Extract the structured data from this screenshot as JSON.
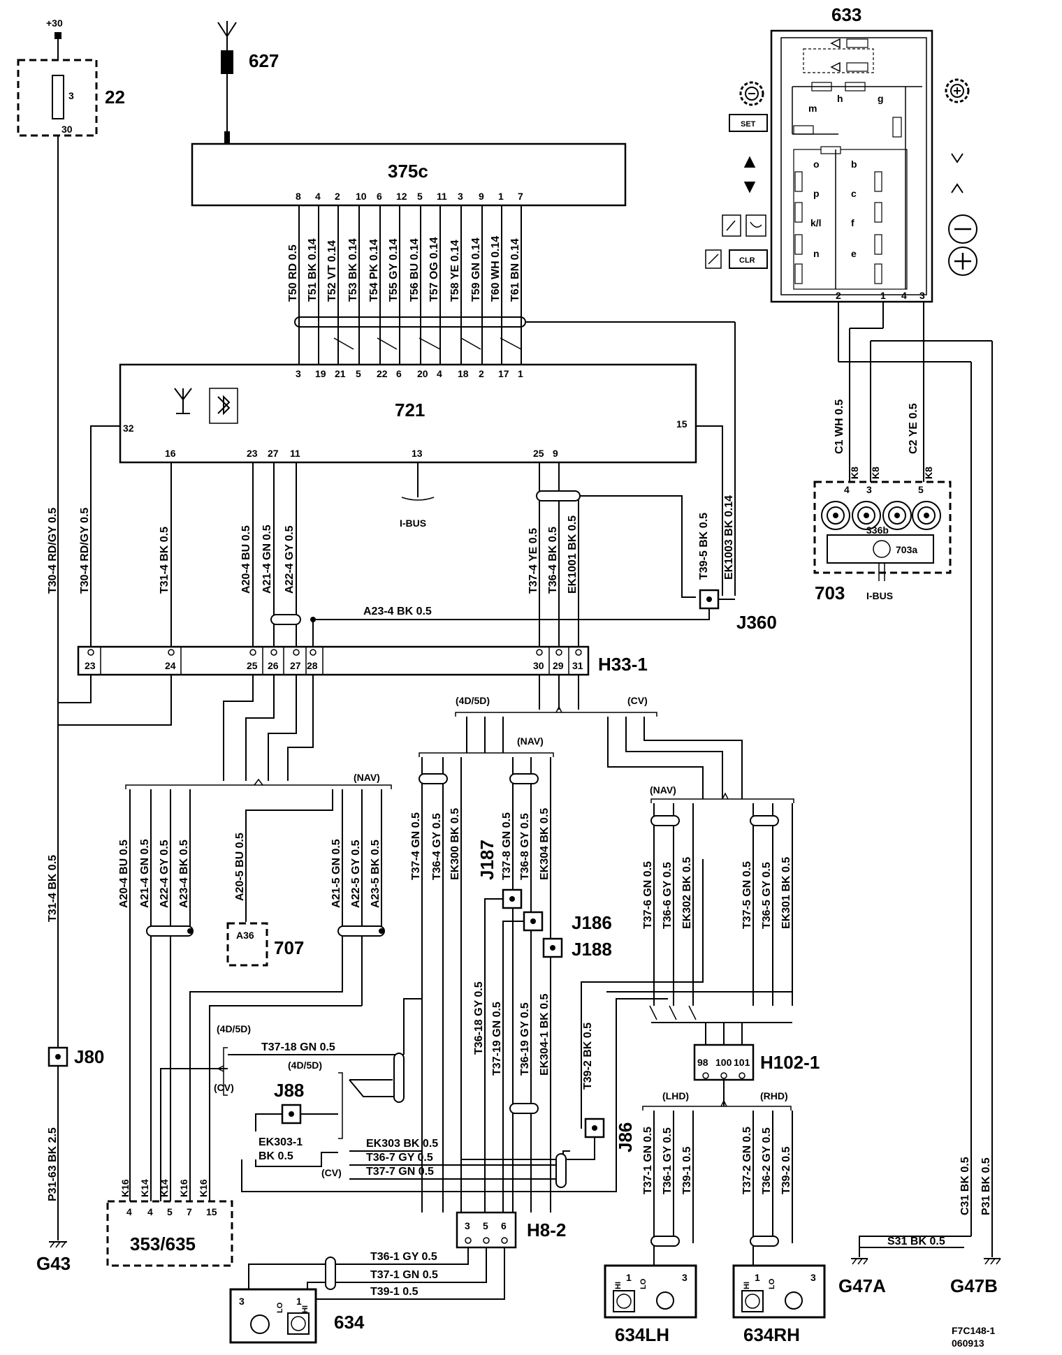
{
  "components": {
    "c22": {
      "id": "22",
      "supply": "+30",
      "pin_in": "3",
      "pin_out": "30"
    },
    "c627": {
      "id": "627"
    },
    "c375c": {
      "id": "375c",
      "pins": [
        "8",
        "4",
        "2",
        "10",
        "6",
        "12",
        "5",
        "11",
        "3",
        "9",
        "1",
        "7"
      ]
    },
    "c633": {
      "id": "633",
      "set": "SET",
      "clr": "CLR",
      "switches": [
        "o",
        "b",
        "p",
        "c",
        "k/l",
        "f",
        "n",
        "e",
        "m",
        "h",
        "g"
      ],
      "pins": [
        "2",
        "1",
        "4",
        "3"
      ]
    },
    "c721": {
      "id": "721",
      "top_pins": [
        "3",
        "19",
        "21",
        "5",
        "22",
        "6",
        "20",
        "4",
        "18",
        "2",
        "17",
        "1"
      ],
      "pin_32": "32",
      "pin_15": "15",
      "bottom_pins": [
        "16",
        "23",
        "27",
        "11",
        "13",
        "25",
        "9"
      ],
      "ibus": "I-BUS"
    },
    "c703": {
      "id": "703",
      "sub": "703a",
      "label_336b": "336b",
      "pins": [
        "4",
        "3",
        "5"
      ],
      "ibus": "I-BUS"
    },
    "c707": {
      "id": "707",
      "inner": "A36"
    },
    "c353": {
      "id": "353/635",
      "pins": [
        "4",
        "4",
        "5",
        "7",
        "15"
      ]
    },
    "c634": {
      "id": "634",
      "pins": [
        "3",
        "1"
      ],
      "lo": "LO",
      "hi": "HI"
    },
    "c634lh": {
      "id": "634LH",
      "pins": [
        "1",
        "3"
      ],
      "lo": "LO",
      "hi": "HI"
    },
    "c634rh": {
      "id": "634RH",
      "pins": [
        "1",
        "3"
      ],
      "lo": "LO",
      "hi": "HI"
    },
    "h33": {
      "id": "H33-1",
      "pins": [
        "23",
        "24",
        "25",
        "26",
        "27",
        "28",
        "30",
        "29",
        "31"
      ]
    },
    "h102": {
      "id": "H102-1",
      "pins": [
        "98",
        "100",
        "101"
      ]
    },
    "h8": {
      "id": "H8-2",
      "pins": [
        "3",
        "5",
        "6"
      ]
    }
  },
  "junctions": {
    "j360": "J360",
    "j187": "J187",
    "j186": "J186",
    "j188": "J188",
    "j80": "J80",
    "j88": "J88",
    "j86": "J86"
  },
  "grounds": {
    "g43": "G43",
    "g47a": "G47A",
    "g47b": "G47B"
  },
  "variants": {
    "v4d5d": "(4D/5D)",
    "vcv": "(CV)",
    "vnav": "(NAV)",
    "vlhd": "(LHD)",
    "vrhd": "(RHD)"
  },
  "wires": {
    "t375": [
      "T50 RD 0.5",
      "T51 BK 0.14",
      "T52 VT 0.14",
      "T53 BK 0.14",
      "T54 PK 0.14",
      "T55 GY 0.14",
      "T56 BU 0.14",
      "T57 OG 0.14",
      "T58 YE 0.14",
      "T59 GN 0.14",
      "T60 WH 0.14",
      "T61 BN 0.14"
    ],
    "c1": "C1 WH 0.5",
    "c2": "C2 YE 0.5",
    "k8": "K8",
    "t30_4a": "T30-4 RD/GY 0.5",
    "t30_4b": "T30-4 RD/GY 0.5",
    "t31_4a": "T31-4 BK 0.5",
    "t31_4b": "T31-4 BK 0.5",
    "a20_4": "A20-4 BU 0.5",
    "a21_4": "A21-4 GN 0.5",
    "a22_4": "A22-4 GY 0.5",
    "a23_4": "A23-4 BK 0.5",
    "t37_4": "T37-4 YE 0.5",
    "t36_4": "T36-4 BK 0.5",
    "ek1001": "EK1001 BK 0.5",
    "t39_5": "T39-5 BK 0.5",
    "ek1003": "EK1003 BK 0.14",
    "l_a20_4": "A20-4 BU 0.5",
    "l_a21_4": "A21-4 GN 0.5",
    "l_a22_4": "A22-4 GY 0.5",
    "l_a23_4": "A23-4 BK 0.5",
    "a20_5": "A20-5 BU 0.5",
    "a21_5": "A21-5 GN 0.5",
    "a22_5": "A22-5 GY 0.5",
    "a23_5": "A23-5 BK 0.5",
    "m_t37_4": "T37-4 GN 0.5",
    "m_t36_4": "T36-4 GY 0.5",
    "ek300": "EK300 BK 0.5",
    "t37_8": "T37-8 GN 0.5",
    "t36_8": "T36-8 GY 0.5",
    "ek304": "EK304 BK 0.5",
    "t36_18": "T36-18 GY 0.5",
    "t37_19": "T37-19 GN 0.5",
    "t36_19": "T36-19 GY 0.5",
    "ek304_1": "EK304-1 BK 0.5",
    "t39_2": "T39-2 BK 0.5",
    "t37_6": "T37-6 GN 0.5",
    "t36_6": "T36-6 GY 0.5",
    "ek302": "EK302 BK 0.5",
    "t37_5": "T37-5 GN 0.5",
    "t36_5": "T36-5 GY 0.5",
    "ek301": "EK301 BK 0.5",
    "t37_18": "T37-18 GN 0.5",
    "ek303_1": "EK303-1",
    "ek303_1b": "BK 0.5",
    "ek303": "EK303 BK 0.5",
    "t36_7": "T36-7 GY 0.5",
    "t37_7": "T37-7 GN 0.5",
    "t36_1": "T36-1 GY 0.5",
    "t37_1": "T37-1 GN 0.5",
    "t39_1": "T39-1 0.5",
    "lh_t37_1": "T37-1 GN 0.5",
    "lh_t36_1": "T36-1 GY 0.5",
    "lh_t39_1": "T39-1 0.5",
    "rh_t37_2": "T37-2 GN 0.5",
    "rh_t36_2": "T36-2 GY 0.5",
    "rh_t39_2": "T39-2 0.5",
    "p31_63": "P31-63 BK 2.5",
    "c31": "C31 BK 0.5",
    "p31": "P31 BK 0.5",
    "s31": "S31 BK 0.5",
    "k16": "K16",
    "k14": "K14"
  },
  "footer": {
    "code": "F7C148-1",
    "date": "060913"
  },
  "icons": [
    "antenna-icon",
    "bluetooth-icon",
    "fuse-icon",
    "ground-icon",
    "gear-icon",
    "triangle-up-icon",
    "triangle-down-icon",
    "minus-circle-icon",
    "plus-circle-icon",
    "speaker-icon"
  ]
}
